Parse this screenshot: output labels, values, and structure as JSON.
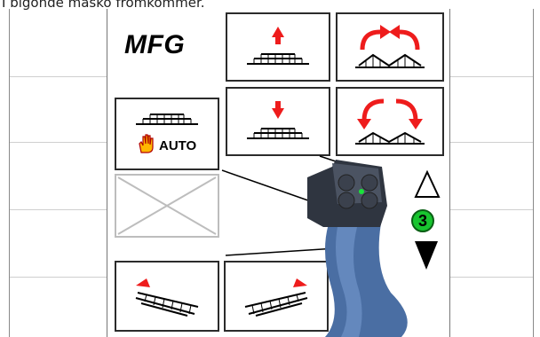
{
  "caption": "I bigonde mäsko frömkommer.",
  "title": "MFG",
  "buttons": {
    "auto_label": "AUTO",
    "counter_value": "3"
  },
  "colors": {
    "arrow_red": "#ee1c1c",
    "counter_green": "#18c42f",
    "joystick_blue": "#3a5a8a"
  },
  "icons": {
    "raise": "arrow-up-icon",
    "lower": "arrow-down-icon",
    "fold_in": "curved-arrows-in-icon",
    "fold_out": "curved-arrows-out-icon",
    "auto": "hand-auto-icon",
    "empty": "crossed-box-icon",
    "tilt_left": "tilt-left-icon",
    "tilt_right": "tilt-right-icon",
    "up": "up-triangle-icon",
    "down": "down-triangle-icon"
  }
}
